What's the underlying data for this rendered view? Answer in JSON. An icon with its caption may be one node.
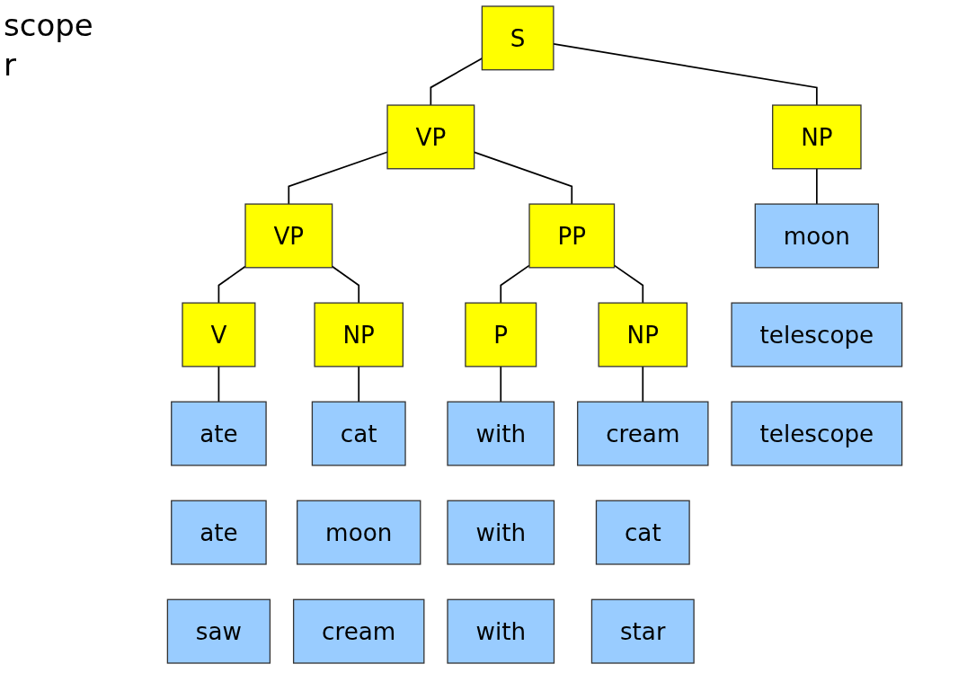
{
  "diagram": {
    "nodes": [
      {
        "text": [
          "S"
        ]
      },
      {
        "text": [
          "NP"
        ]
      },
      {
        "text": [
          "VP"
        ]
      },
      {
        "text": [
          "VP"
        ]
      },
      {
        "text": [
          "PP"
        ]
      },
      {
        "text": [
          "V"
        ]
      },
      {
        "text": [
          "NP"
        ]
      },
      {
        "text": [
          "P"
        ]
      },
      {
        "text": [
          "NP"
        ]
      },
      {
        "text": [
          "moon"
        ]
      },
      {
        "text": [
          "ate"
        ]
      },
      {
        "text": [
          "cat"
        ]
      },
      {
        "text": [
          "with"
        ]
      },
      {
        "text": [
          "cream"
        ]
      },
      {
        "text": [
          "telescope"
        ]
      },
      {
        "text": [
          "ate"
        ]
      },
      {
        "text": [
          "moon"
        ]
      },
      {
        "text": [
          "with"
        ]
      },
      {
        "text": [
          "cat"
        ]
      },
      {
        "text": [
          "telescope"
        ]
      },
      {
        "text": [
          "saw"
        ]
      },
      {
        "text": [
          "cream"
        ]
      },
      {
        "text": [
          "with"
        ]
      },
      {
        "text": [
          "star"
        ]
      }
    ],
    "edges": [
      {
        "from": 0,
        "to": 1,
        "arrow": "none"
      },
      {
        "from": 0,
        "to": 2,
        "arrow": "none"
      },
      {
        "from": 2,
        "to": 3,
        "arrow": "none"
      },
      {
        "from": 2,
        "to": 4,
        "arrow": "none"
      },
      {
        "from": 3,
        "to": 5,
        "arrow": "none"
      },
      {
        "from": 3,
        "to": 6,
        "arrow": "none"
      },
      {
        "from": 4,
        "to": 7,
        "arrow": "none"
      },
      {
        "from": 4,
        "to": 8,
        "arrow": "none"
      },
      {
        "from": 1,
        "to": 9,
        "arrow": "none"
      },
      {
        "from": 5,
        "to": 10,
        "arrow": "none"
      },
      {
        "from": 6,
        "to": 11,
        "arrow": "none"
      },
      {
        "from": 7,
        "to": 12,
        "arrow": "none"
      },
      {
        "from": 8,
        "to": 13,
        "arrow": "none"
      }
    ],
    "labels": [
      "scope",
      "r"
    ]
  }
}
